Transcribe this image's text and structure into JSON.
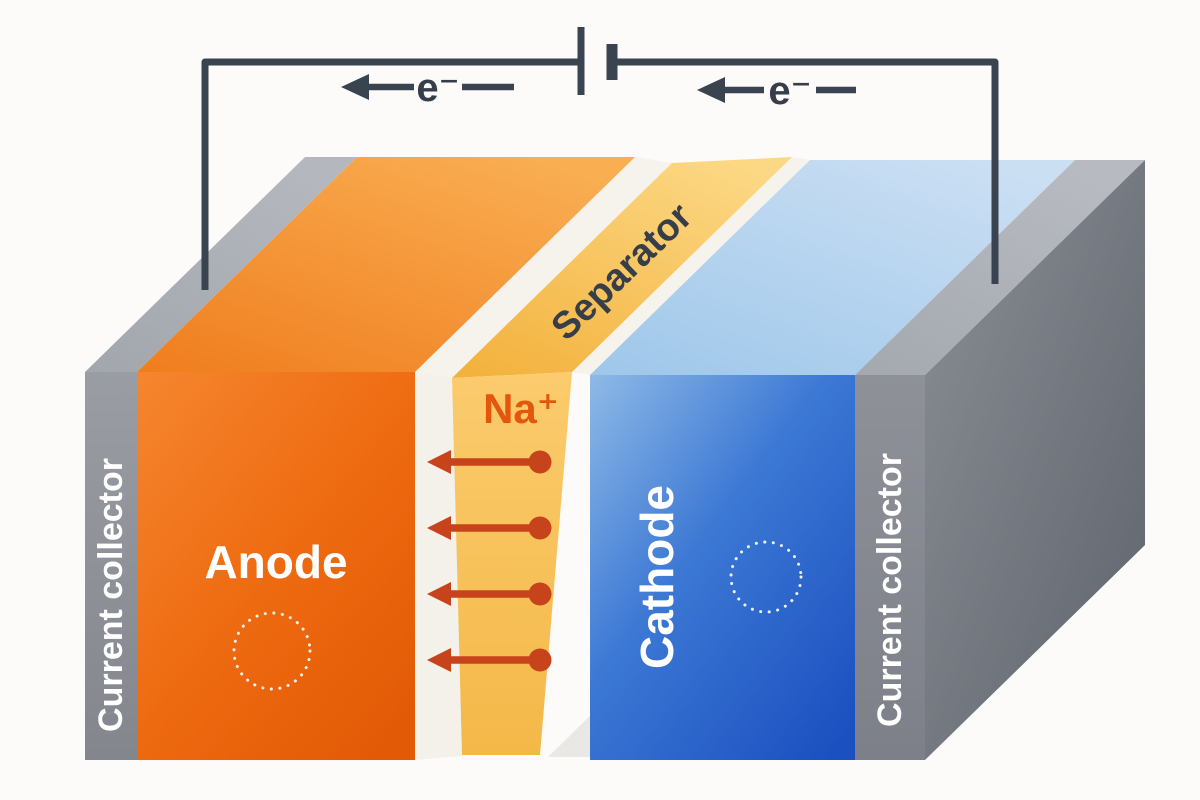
{
  "diagram": {
    "labels": {
      "left_collector": "Current collector",
      "right_collector": "Current collector",
      "anode": "Anode",
      "cathode": "Cathode",
      "separator": "Separator",
      "na_ion": "Na⁺",
      "electron_left": "e⁻",
      "electron_right": "e⁻"
    },
    "colors": {
      "anode_orange": "#ec6a12",
      "cathode_blue": "#2a62cc",
      "separator_yellow": "#f8c45c",
      "collector_gray": "#8b8e96",
      "circuit_wire": "#3a4350",
      "ion_arrow_red": "#c7431b",
      "label_white": "#ffffff",
      "label_dark": "#3a4149"
    }
  }
}
